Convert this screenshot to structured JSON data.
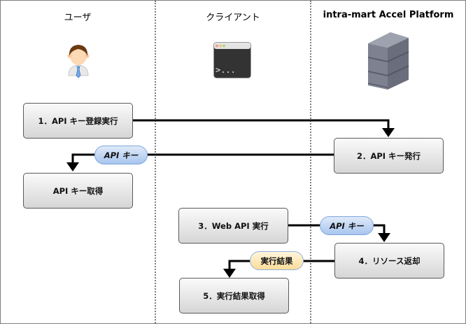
{
  "lanes": [
    {
      "title": "ユーザ",
      "icon": "user-icon"
    },
    {
      "title": "クライアント",
      "icon": "terminal-icon"
    },
    {
      "title": "intra-mart Accel Platform",
      "icon": "server-icon"
    }
  ],
  "terminal_prompt": ">...",
  "steps": [
    {
      "id": "step1",
      "label": "1．API キー登録実行"
    },
    {
      "id": "step1b",
      "label": "API キー取得"
    },
    {
      "id": "step2",
      "label": "2．API キー発行"
    },
    {
      "id": "step3",
      "label": "3．Web API 実行"
    },
    {
      "id": "step4",
      "label": "4．リソース返却"
    },
    {
      "id": "step5",
      "label": "5．実行結果取得"
    }
  ],
  "messages": [
    {
      "label": "API キー",
      "style": "blue"
    },
    {
      "label": "API キー",
      "style": "blue"
    },
    {
      "label": "実行結果",
      "style": "yellow"
    }
  ],
  "colors": {
    "blue_pill": "#a8c5ee",
    "yellow_pill": "#fbdc9a",
    "box": "#d6d6d6",
    "line": "#000000"
  }
}
